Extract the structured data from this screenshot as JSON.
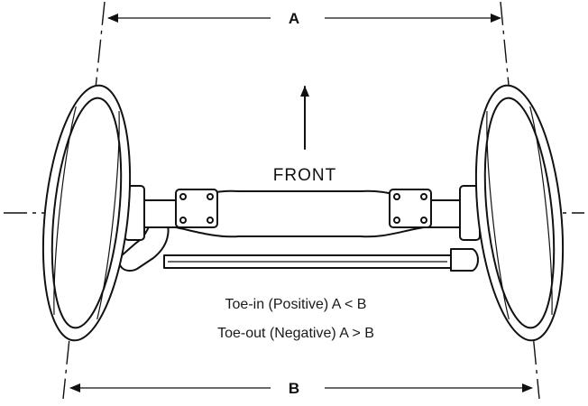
{
  "diagram": {
    "label_a": "A",
    "label_b": "B",
    "front_label": "FRONT",
    "note_toe_in": "Toe-in (Positive) A < B",
    "note_toe_out": "Toe-out (Negative) A > B"
  }
}
